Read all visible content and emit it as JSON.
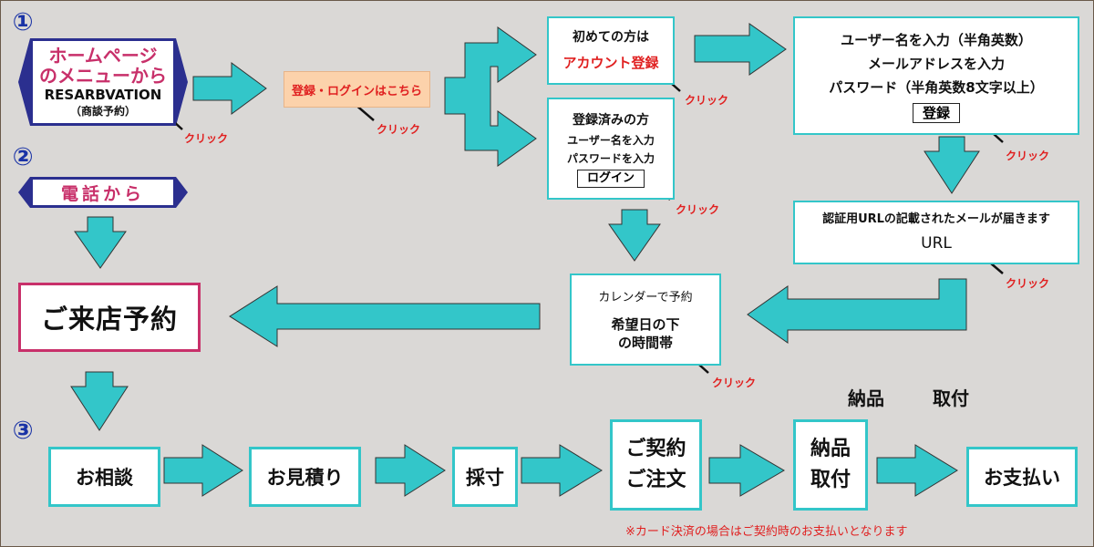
{
  "steps": {
    "one": "①",
    "two": "②",
    "three": "③"
  },
  "homepage_box": {
    "line1": "ホームページ",
    "line2": "のメニューから",
    "line3": "RESARBVATION",
    "line4": "（商談予約）"
  },
  "phone_box": {
    "label": "電話から"
  },
  "login_link": {
    "label": "登録・ログインはこちら"
  },
  "first_time": {
    "title": "初めての方は",
    "link": "アカウント登録"
  },
  "registered": {
    "title": "登録済みの方",
    "line1": "ユーザー名を入力",
    "line2": "パスワードを入力",
    "button": "ログイン"
  },
  "signup": {
    "line1": "ユーザー名を入力（半角英数）",
    "line2": "メールアドレスを入力",
    "line3": "パスワード（半角英数8文字以上）",
    "button": "登録"
  },
  "email_box": {
    "line1": "認証用URLの記載されたメールが届きます",
    "line2": "URL"
  },
  "calendar_box": {
    "line1": "カレンダーで予約",
    "line2": "希望日の下",
    "line3": "の時間帯"
  },
  "store_reservation": {
    "label": "ご来店予約"
  },
  "flow": {
    "consultation": "お相談",
    "estimate": "お見積り",
    "measurement": "採寸",
    "contract_line1": "ご契約",
    "contract_line2": "ご注文",
    "delivery_line1": "納品",
    "delivery_line2": "取付",
    "payment": "お支払い"
  },
  "delivery_heading": {
    "part1": "納品",
    "part2": "取付"
  },
  "click_label": "クリック",
  "footnote": "※カード決済の場合はご契約時のお支払いとなります",
  "colors": {
    "teal": "#33c6c9",
    "pink": "#c8306a",
    "navy": "#2b2f8f",
    "red": "#e02020",
    "peach": "#fcd2ab",
    "background": "#dad8d6"
  }
}
